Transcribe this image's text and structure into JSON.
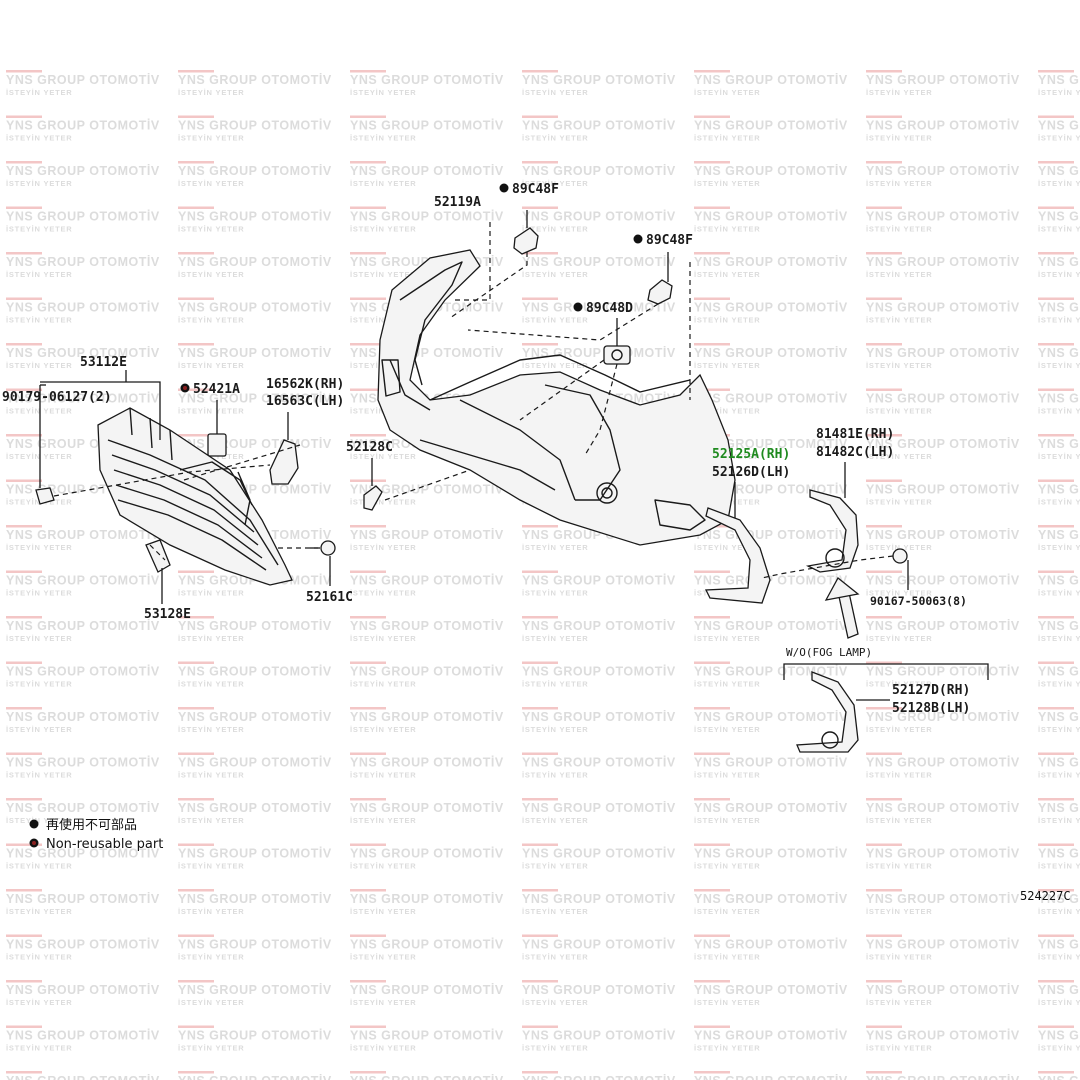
{
  "watermark": {
    "company": "YNS GROUP OTOMOTİV",
    "owner": "İSTEYİN YETER"
  },
  "labels": {
    "p52119A": "52119A",
    "p89C48F_top": "89C48F",
    "p89C48F_right": "89C48F",
    "p89C48D": "89C48D",
    "p53112E": "53112E",
    "p90179": "90179-06127(2)",
    "p52421A": "52421A",
    "p16562K": "16562K(RH)",
    "p16563C": "16563C(LH)",
    "p52128C": "52128C",
    "p52125A": "52125A(RH)",
    "p52126D": "52126D(LH)",
    "p81481E": "81481E(RH)",
    "p81482C": "81482C(LH)",
    "p52161C": "52161C",
    "p53128E": "53128E",
    "p90167": "90167-50063(8)",
    "wo_fog": "W/O(FOG LAMP)",
    "p52127D": "52127D(RH)",
    "p52128B": "52128B(LH)"
  },
  "legend": {
    "cn": "再使用不可部品",
    "en": "Non-reusable part"
  },
  "doc_number": "524227C",
  "colors": {
    "highlight": "#1f8a1f",
    "marker": "#111111",
    "marker_accent": "#8a1f1f"
  }
}
